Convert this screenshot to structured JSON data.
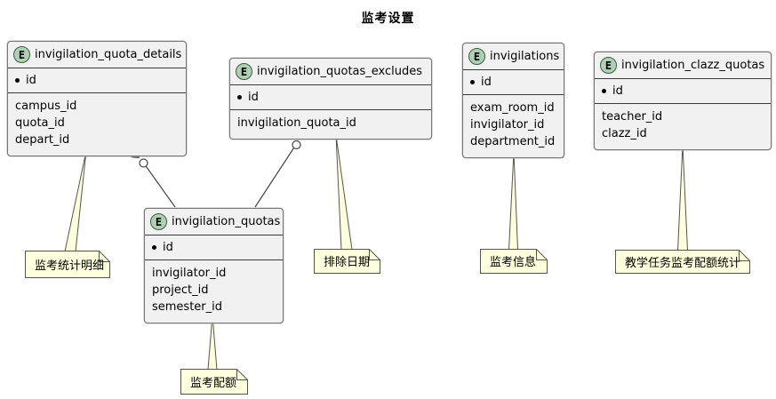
{
  "title": "监考设置",
  "colors": {
    "entity_fill": "#F1F1F1",
    "entity_border": "#767676",
    "spot_fill": "#ADD1B2",
    "note_fill": "#FEFFDD",
    "line": "#454645"
  },
  "entities": [
    {
      "stereotype": "E",
      "name": "invigilation_quota_details",
      "primary_key": "id",
      "attributes": [
        "campus_id",
        "quota_id",
        "depart_id"
      ]
    },
    {
      "stereotype": "E",
      "name": "invigilation_quotas_excludes",
      "primary_key": "id",
      "attributes": [
        "invigilation_quota_id"
      ]
    },
    {
      "stereotype": "E",
      "name": "invigilations",
      "primary_key": "id",
      "attributes": [
        "exam_room_id",
        "invigilator_id",
        "department_id"
      ]
    },
    {
      "stereotype": "E",
      "name": "invigilation_clazz_quotas",
      "primary_key": "id",
      "attributes": [
        "teacher_id",
        "clazz_id"
      ]
    },
    {
      "stereotype": "E",
      "name": "invigilation_quotas",
      "primary_key": "id",
      "attributes": [
        "invigilator_id",
        "project_id",
        "semester_id"
      ]
    }
  ],
  "notes": [
    {
      "text": "监考统计明细",
      "attached_to": "invigilation_quota_details"
    },
    {
      "text": "排除日期",
      "attached_to": "invigilation_quotas_excludes"
    },
    {
      "text": "监考信息",
      "attached_to": "invigilations"
    },
    {
      "text": "教学任务监考配额统计",
      "attached_to": "invigilation_clazz_quotas"
    },
    {
      "text": "监考配额",
      "attached_to": "invigilation_quotas"
    }
  ],
  "relations": [
    {
      "from": "invigilation_quota_details",
      "to": "invigilation_quotas"
    },
    {
      "from": "invigilation_quotas_excludes",
      "to": "invigilation_quotas"
    }
  ]
}
